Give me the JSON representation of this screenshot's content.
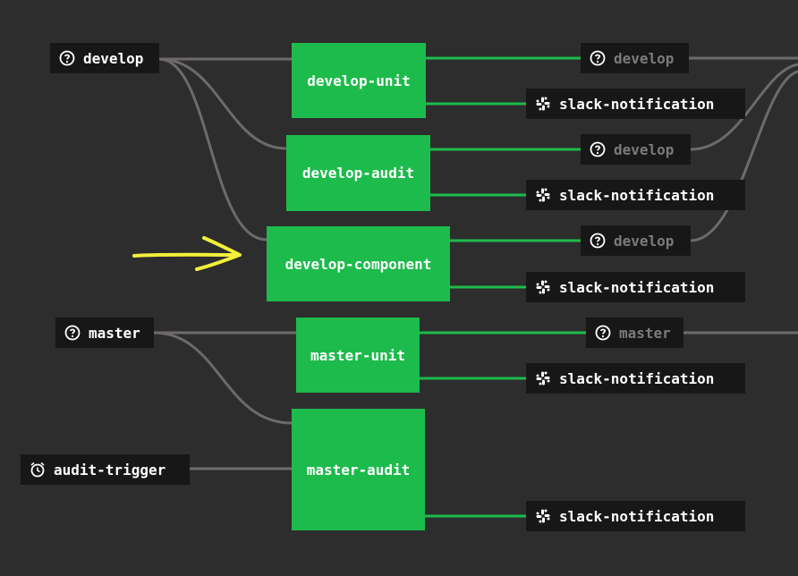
{
  "colors": {
    "background": "#2d2d2d",
    "job_success": "#1dbb4c",
    "resource_bg": "#171717",
    "edge_gray": "#6e6a6a",
    "edge_green": "#1dbb4c",
    "annotation_arrow": "#f3f03a"
  },
  "inputs": {
    "develop": {
      "label": "develop",
      "icon": "question-circle-icon"
    },
    "master": {
      "label": "master",
      "icon": "question-circle-icon"
    },
    "audit_trigger": {
      "label": "audit-trigger",
      "icon": "alarm-clock-icon"
    }
  },
  "jobs": {
    "develop_unit": "develop-unit",
    "develop_audit": "develop-audit",
    "develop_component": "develop-component",
    "master_unit": "master-unit",
    "master_audit": "master-audit"
  },
  "outputs": {
    "develop_1": "develop",
    "develop_2": "develop",
    "develop_3": "develop",
    "master_1": "master",
    "slack_label": "slack-notification",
    "slack_icon": "slack-icon"
  }
}
